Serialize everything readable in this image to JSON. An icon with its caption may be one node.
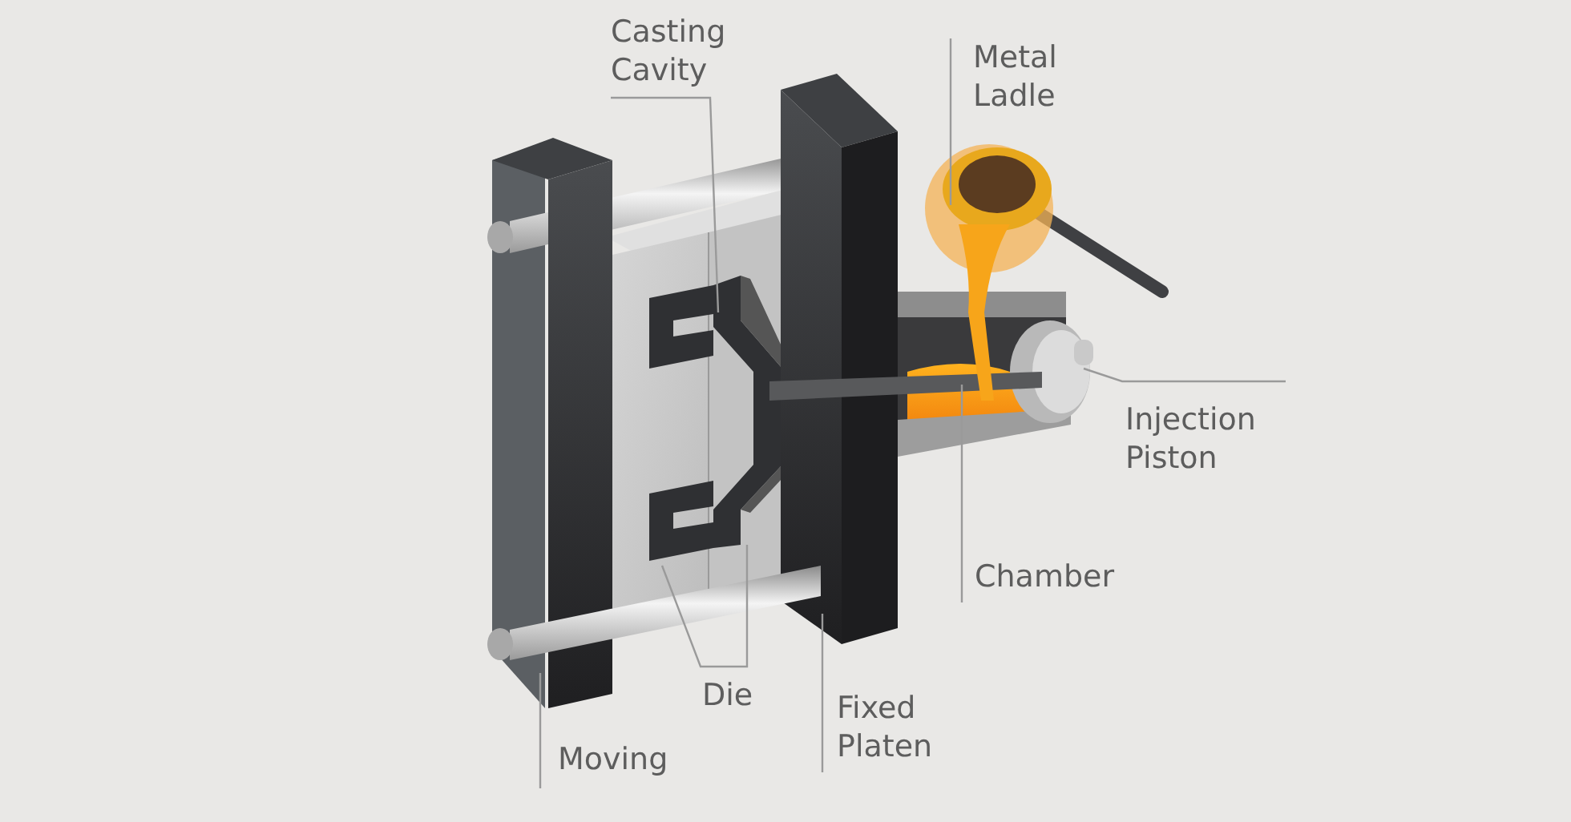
{
  "diagram": {
    "nodes": [
      {
        "text": [
          "Casting Cavity"
        ]
      },
      {
        "text": [
          "Metal Ladle"
        ]
      },
      {
        "text": [
          "Injection Piston"
        ]
      },
      {
        "text": [
          "Chamber"
        ]
      },
      {
        "text": [
          "Die"
        ]
      },
      {
        "text": [
          "Fixed Platen"
        ]
      },
      {
        "text": [
          "Moving"
        ]
      }
    ],
    "edges": [
      {
        "from": 0,
        "to": null,
        "arrow": "none"
      },
      {
        "from": 1,
        "to": null,
        "arrow": "none"
      },
      {
        "from": 2,
        "to": null,
        "arrow": "none"
      },
      {
        "from": 3,
        "to": null,
        "arrow": "none"
      },
      {
        "from": 4,
        "to": null,
        "arrow": "none"
      },
      {
        "from": 4,
        "to": null,
        "arrow": "none"
      },
      {
        "from": 5,
        "to": null,
        "arrow": "none"
      },
      {
        "from": 6,
        "to": null,
        "arrow": "none"
      }
    ]
  }
}
